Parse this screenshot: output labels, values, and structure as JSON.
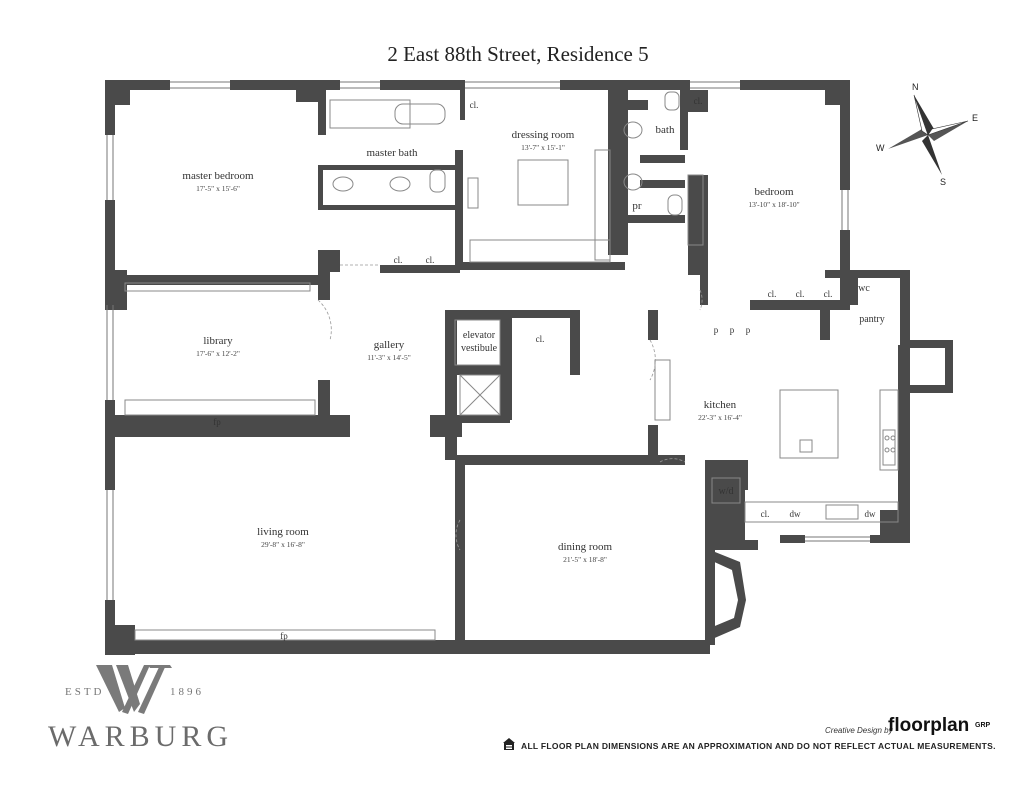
{
  "title": "2 East 88th Street, Residence 5",
  "rooms": {
    "master_bedroom": {
      "name": "master bedroom",
      "dims": "17'-5\" x 15'-6\""
    },
    "master_bath": {
      "name": "master bath"
    },
    "dressing_room": {
      "name": "dressing room",
      "dims": "13'-7\" x 15'-1\""
    },
    "bath": {
      "name": "bath"
    },
    "powder_room": {
      "name": "pr"
    },
    "bedroom": {
      "name": "bedroom",
      "dims": "13'-10\" x 18'-10\""
    },
    "wc": {
      "name": "wc"
    },
    "pantry": {
      "name": "pantry"
    },
    "library": {
      "name": "library",
      "dims": "17'-6\" x 12'-2\""
    },
    "gallery": {
      "name": "gallery",
      "dims": "11'-3\" x 14'-5\""
    },
    "elevator_vestibule": {
      "name_line1": "elevator",
      "name_line2": "vestibule"
    },
    "kitchen": {
      "name": "kitchen",
      "dims": "22'-3\" x 16'-4\""
    },
    "washer_dryer": {
      "name": "w/d"
    },
    "living_room": {
      "name": "living room",
      "dims": "29'-8\" x 16'-8\""
    },
    "dining_room": {
      "name": "dining room",
      "dims": "21'-5\" x 18'-8\""
    }
  },
  "fixture_labels": {
    "closet": "cl.",
    "pantry_cabinet": "p",
    "fireplace": "fp",
    "dishwasher": "dw"
  },
  "compass": {
    "n": "N",
    "e": "E",
    "s": "S",
    "w": "W"
  },
  "branding": {
    "logo_name": "WARBURG",
    "logo_estd": "ESTD",
    "logo_year": "1896",
    "credit_prefix": "Creative Design by",
    "credit_brand": "floorplan",
    "credit_suffix": "GRP"
  },
  "disclaimer": "ALL FLOOR PLAN DIMENSIONS ARE AN APPROXIMATION AND DO NOT REFLECT ACTUAL MEASUREMENTS.",
  "colors": {
    "wall": "#4a4a4a",
    "fixture": "#888888"
  }
}
